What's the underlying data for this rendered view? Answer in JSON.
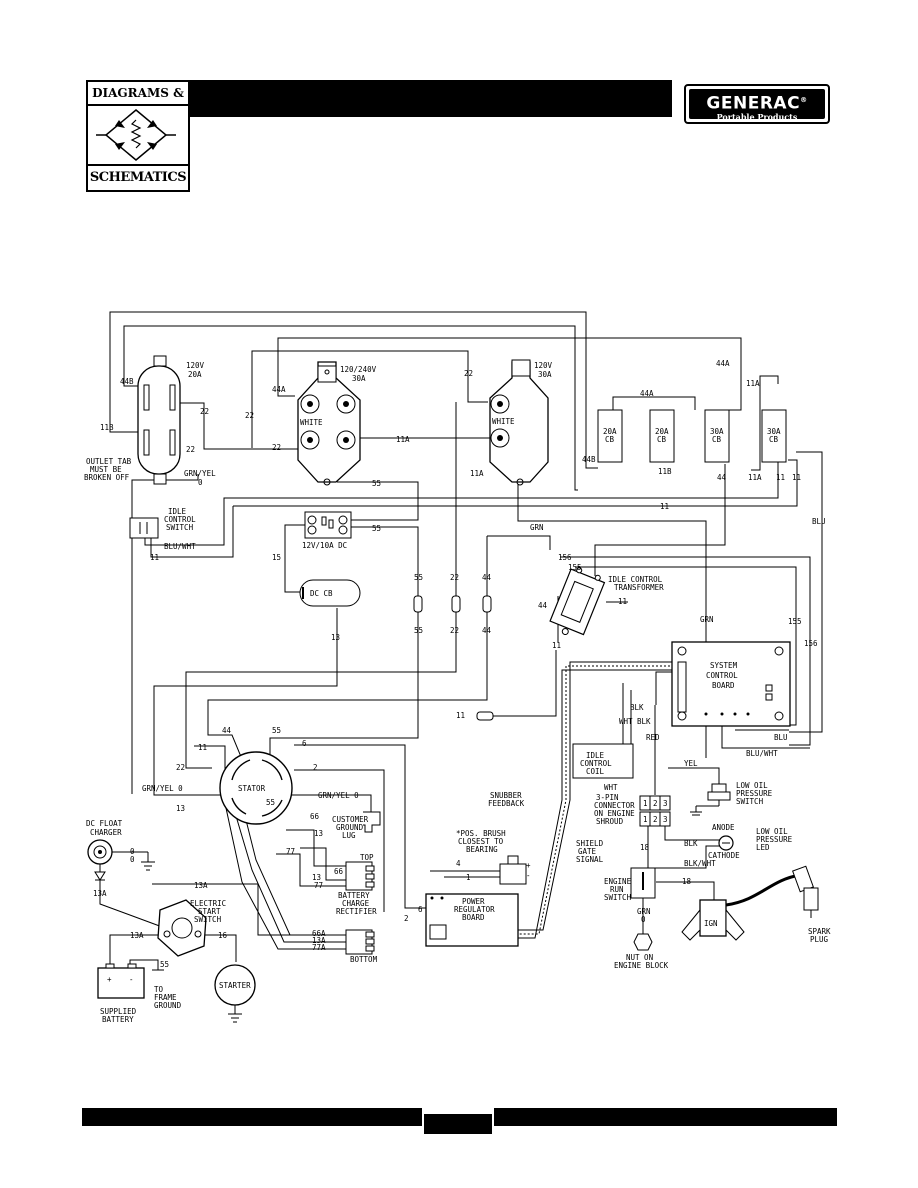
{
  "logo": {
    "top": "DIAGRAMS &",
    "bottom": "SCHEMATICS"
  },
  "brand": {
    "name": "GENERAC",
    "reg": "®",
    "sub": "Portable Products"
  },
  "labels": {
    "r120_20_v": "120V",
    "r120_20_a": "20A",
    "r240_v": "120/240V",
    "r240_a": "30A",
    "r120_30_v": "120V",
    "r120_30_a": "30A",
    "white1": "WHITE",
    "white2": "WHITE",
    "outlet1": "OUTLET TAB",
    "outlet2": "MUST BE",
    "outlet3": "BROKEN OFF",
    "grnyel_top": "GRN/YEL",
    "zero_top": "0",
    "idle_sw1": "IDLE",
    "idle_sw2": "CONTROL",
    "idle_sw3": "SWITCH",
    "bluwht1": "BLU/WHT",
    "dc_label": "12V/10A DC",
    "dccb": "DC CB",
    "cb1a": "20A",
    "cb1b": "CB",
    "cb2a": "20A",
    "cb2b": "CB",
    "cb3a": "30A",
    "cb3b": "CB",
    "cb4a": "30A",
    "cb4b": "CB",
    "ict1": "IDLE CONTROL",
    "ict2": "TRANSFORMER",
    "scb1": "SYSTEM",
    "scb2": "CONTROL",
    "scb3": "BOARD",
    "blu1": "BLU",
    "blu2": "BLU",
    "bluwht2": "BLU/WHT",
    "stator": "STATOR",
    "grnyel_st": "GRN/YEL 0",
    "grnyel_st2": "GRN/YEL 0",
    "cgl1": "CUSTOMER",
    "cgl2": "GROUND",
    "cgl3": "LUG",
    "top": "TOP",
    "bcr1": "BATTERY",
    "bcr2": "CHARGE",
    "bcr3": "RECTIFIER",
    "bottom": "BOTTOM",
    "dcf1": "DC FLOAT",
    "dcf2": "CHARGER",
    "ess1": "ELECTRIC",
    "ess2": "START",
    "ess3": "SWITCH",
    "sb1": "SUPPLIED",
    "sb2": "BATTERY",
    "tfg1": "TO",
    "tfg2": "FRAME",
    "tfg3": "GROUND",
    "starter": "STARTER",
    "snub1": "SNUBBER",
    "snub2": "FEEDBACK",
    "brush1": "*POS. BRUSH",
    "brush2": "CLOSEST TO",
    "brush3": "BEARING",
    "prb1": "POWER",
    "prb2": "REGULATOR",
    "prb3": "BOARD",
    "sgs1": "SHIELD",
    "sgs2": "GATE",
    "sgs3": "SIGNAL",
    "icc1": "IDLE",
    "icc2": "CONTROL",
    "icc3": "COIL",
    "blk": "BLK",
    "wht": "WHT",
    "blk2": "BLK",
    "red": "RED",
    "yel": "YEL",
    "wht2": "WHT",
    "pin1": "3-PIN",
    "pin2": "CONNECTOR",
    "pin3": "ON ENGINE",
    "pin4": "SHROUD",
    "lop1": "LOW OIL",
    "lop2": "PRESSURE",
    "lop3": "SWITCH",
    "anode": "ANODE",
    "cathode": "CATHODE",
    "lopl1": "LOW OIL",
    "lopl2": "PRESSURE",
    "lopl3": "LED",
    "blk3": "BLK",
    "blkwht": "BLK/WHT",
    "ers1": "ENGINE",
    "ers2": "RUN",
    "ers3": "SWITCH",
    "grn": "GRN",
    "grn2": "GRN",
    "grn3": "GRN",
    "zero2": "0",
    "zero3": "0",
    "nut1": "NUT ON",
    "nut2": "ENGINE BLOCK",
    "ign": "IGN",
    "sp1": "SPARK",
    "sp2": "PLUG",
    "n1": "1",
    "n2": "2",
    "n3": "3",
    "n1b": "1",
    "n2b": "2",
    "n3b": "3",
    "plus": "+",
    "minus": "-",
    "plus2": "+",
    "minus2": "-"
  },
  "wires": {
    "w44b": "44B",
    "w11b": "11B",
    "w22a": "22",
    "w22b": "22",
    "w22c": "22",
    "w22d": "22",
    "w22e": "22",
    "w44a": "44A",
    "w44a2": "44A",
    "w44a3": "44A",
    "w11a": "11A",
    "w11a2": "11A",
    "w11a3": "11A",
    "w11a4": "11A",
    "w55a": "55",
    "w55b": "55",
    "w55c": "55",
    "w55d": "55",
    "w55e": "55",
    "w11a_": "11",
    "w11b_": "11",
    "w11c_": "11",
    "w11d_": "11",
    "w11e_": "11",
    "w11f_": "11",
    "w11g_": "11",
    "w44b2": "44B",
    "w11b2": "11B",
    "w44c": "44",
    "w44d": "44",
    "w44e": "44",
    "w44f": "44",
    "w15": "15",
    "w13": "13",
    "w13b": "13",
    "w13c": "13",
    "w22s1": "22",
    "w22s2": "22",
    "w22s3": "22",
    "w156": "156",
    "w155": "155",
    "w155b": "155",
    "w156b": "156",
    "w6": "6",
    "w6b": "6",
    "w2": "2",
    "w2b": "2",
    "w44s": "44",
    "w55s": "55",
    "w11s": "11",
    "w55st": "55",
    "w66": "66",
    "w66b": "66",
    "w77": "77",
    "w77b": "77",
    "w13r": "13",
    "w66a": "66A",
    "w13a2": "13A",
    "w77a": "77A",
    "w13aA": "13A",
    "w13aB": "13A",
    "w13aC": "13A",
    "w16": "16",
    "w55bat": "55",
    "w0dc": "0",
    "w4": "4",
    "w1": "1",
    "w18": "18",
    "w18b": "18"
  }
}
